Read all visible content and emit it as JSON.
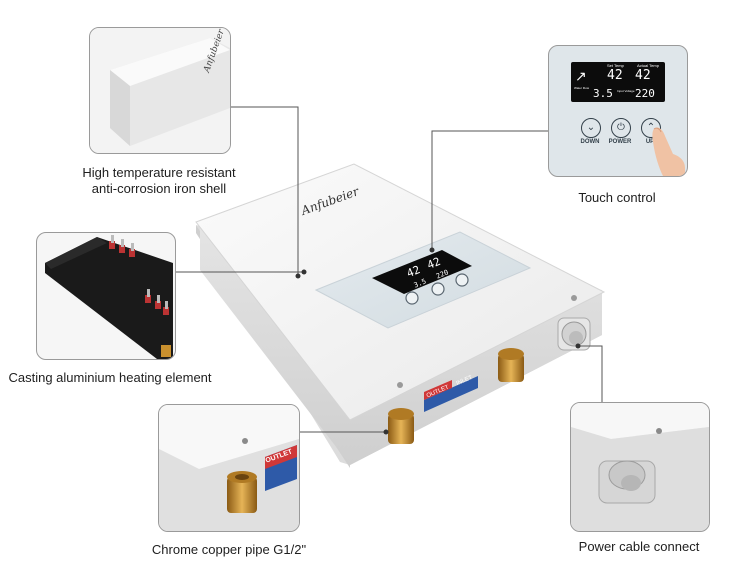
{
  "brand": "Anfubeier",
  "labels": {
    "shell_line1": "High temperature resistant",
    "shell_line2": "anti-corrosion iron shell",
    "touch": "Touch control",
    "heating": "Casting aluminium heating element",
    "pipe": "Chrome copper pipe G1/2\"",
    "cable": "Power cable connect"
  },
  "display": {
    "set_temp_label": "Set Temp",
    "actual_temp_label": "Actual Temp",
    "set_temp": "42",
    "actual_temp": "42",
    "flow": "3.5",
    "power": "220",
    "flow_label": "Water Flow",
    "power_label": "Input Voltage"
  },
  "buttons": {
    "down": "DOWN",
    "power": "POWER",
    "up": "UP"
  },
  "ports": {
    "outlet": "OUTLET",
    "inlet": "INLET"
  },
  "colors": {
    "shell": "#f1f1f1",
    "lcd": "#0c0c0c",
    "copper": "#c9902e",
    "tag_red": "#d03838",
    "tag_blue": "#2e5aa8"
  }
}
